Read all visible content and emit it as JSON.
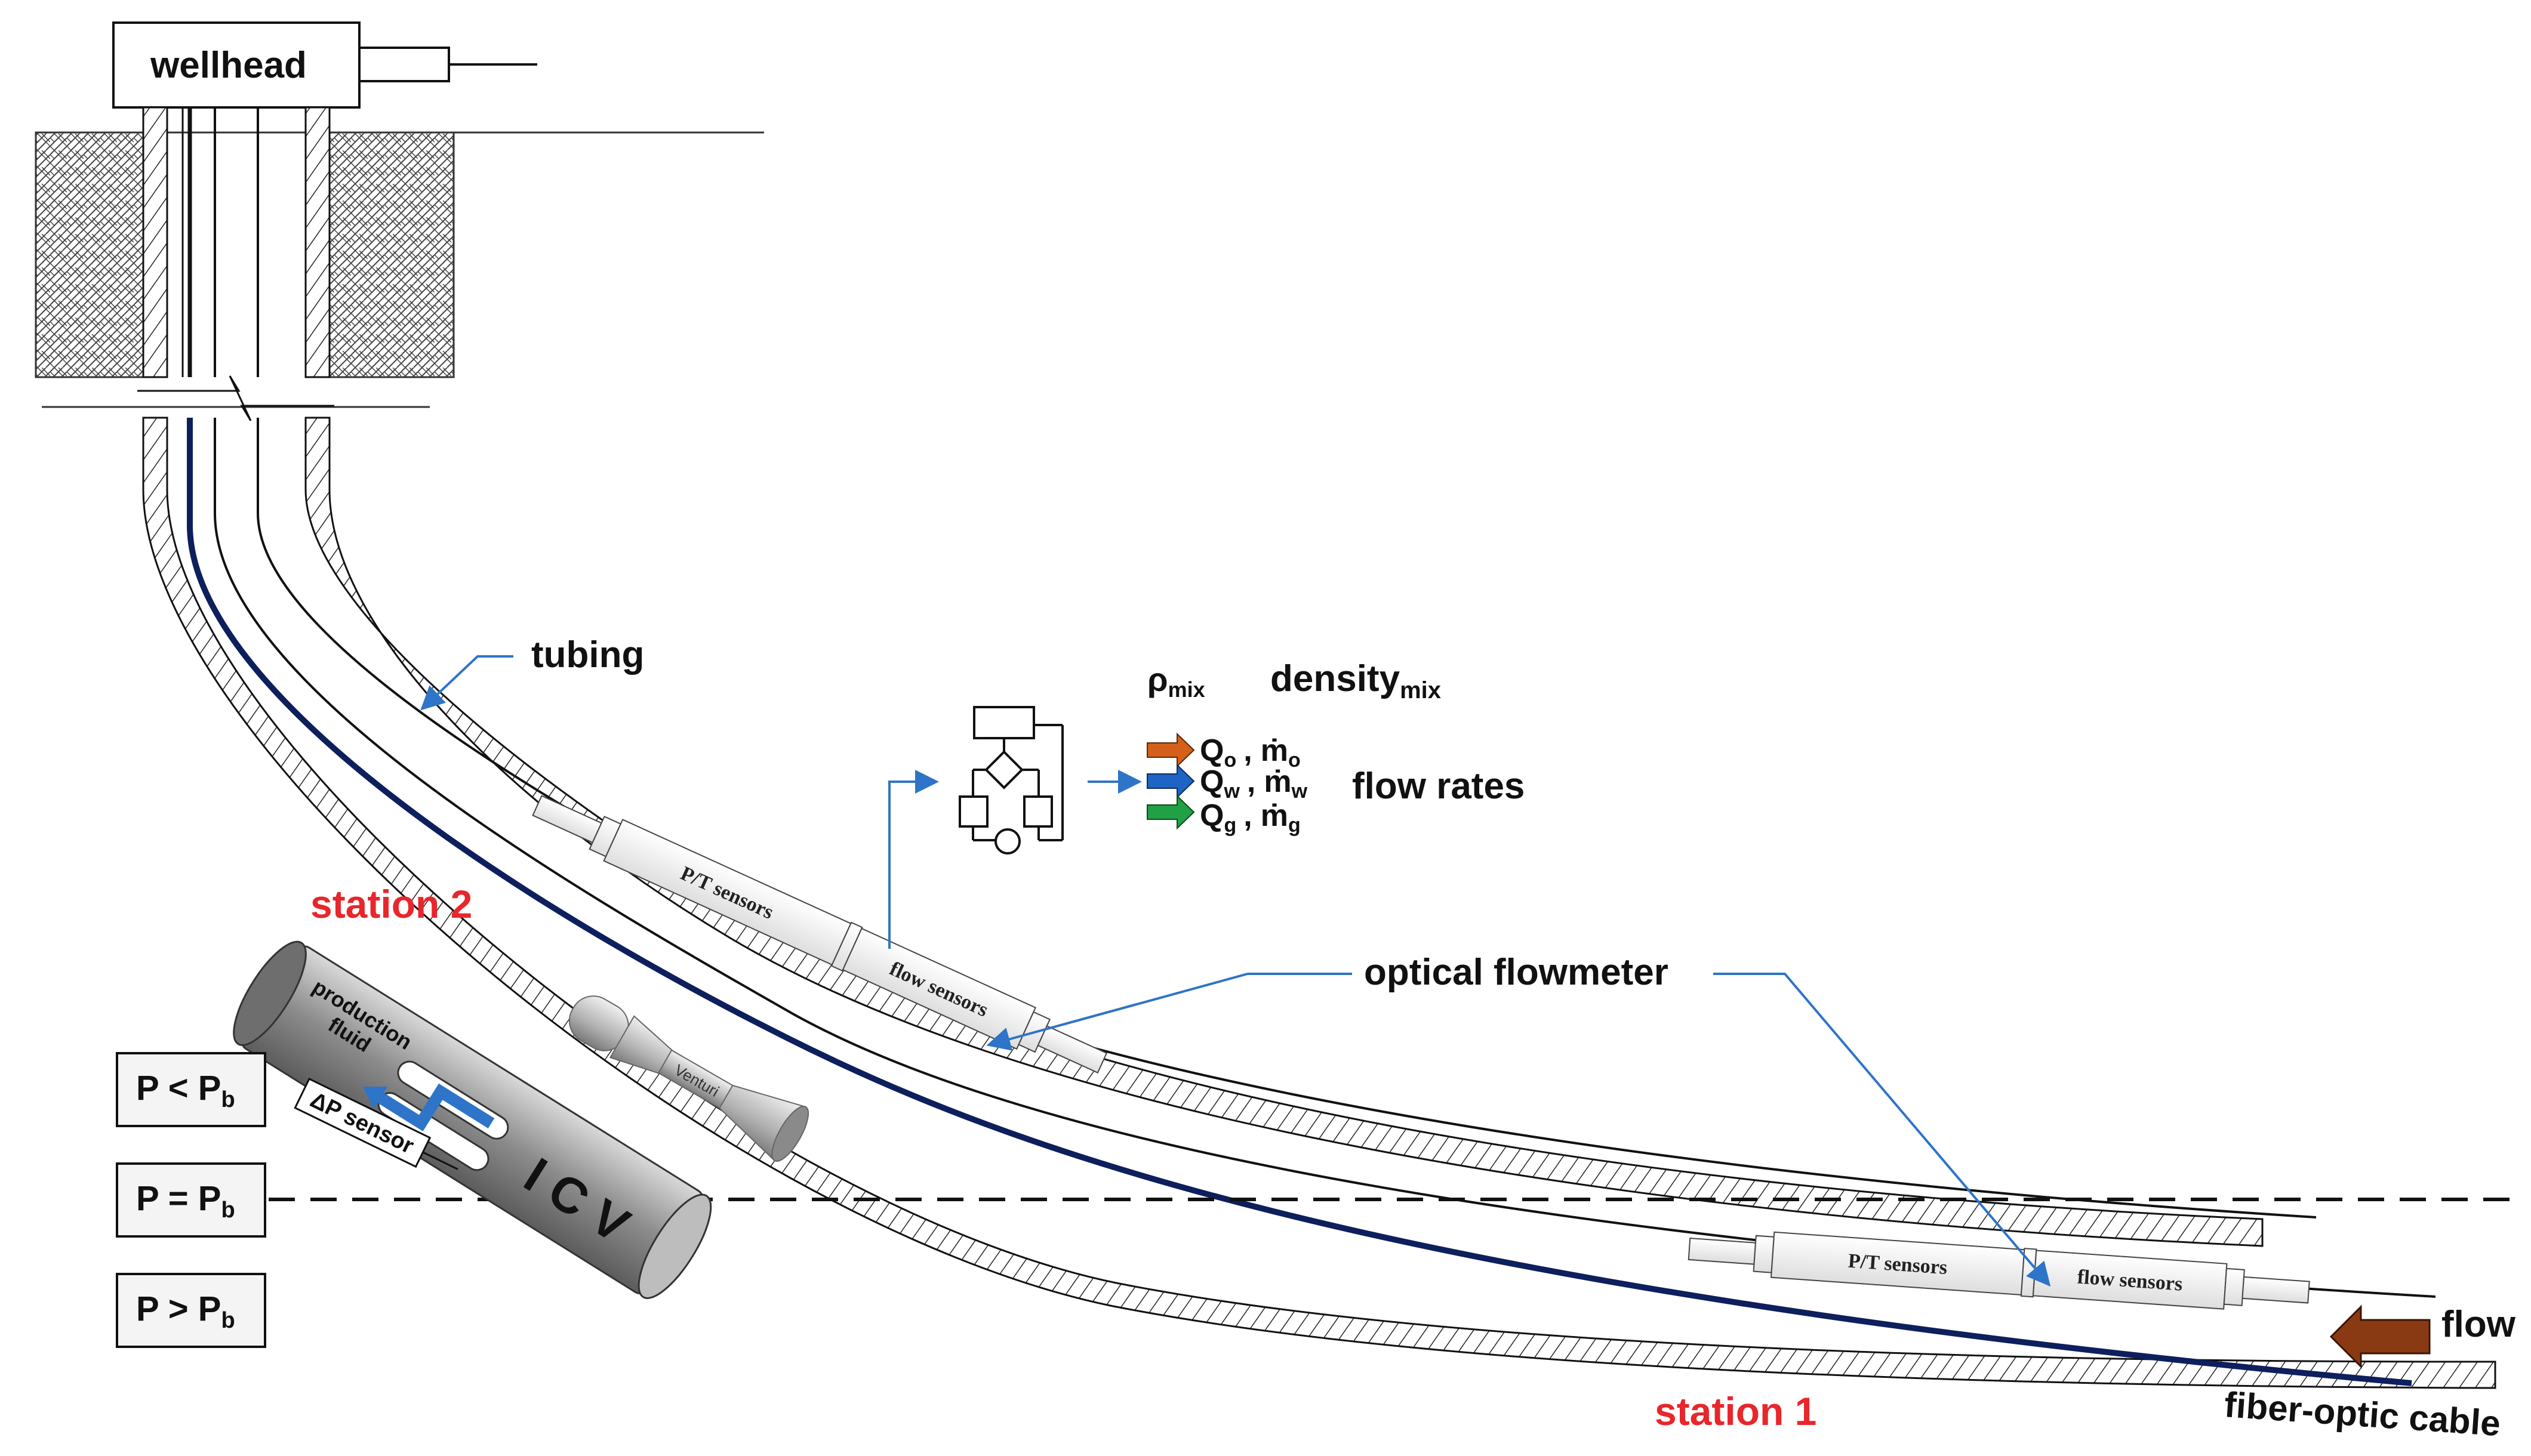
{
  "colors": {
    "cable": "#0d1f5c",
    "arrow_blue": "#2e74c8",
    "station_red": "#e8262b",
    "oil_arrow": "#d4601c",
    "water_arrow": "#1f63c4",
    "gas_arrow": "#22a045",
    "flow_arrow": "#8a3a12",
    "icv_grey": "#9a9a9a"
  },
  "labels": {
    "wellhead": "wellhead",
    "tubing": "tubing",
    "station2": "station 2",
    "station1": "station 1",
    "optical_flowmeter": "optical flowmeter",
    "flow": "flow",
    "fiber_optic_cable": "fiber-optic cable",
    "production_fluid_1": "production",
    "production_fluid_2": "fluid",
    "dp_sensor": "ΔP sensor",
    "icv": "I C V",
    "venturi": "Venturi",
    "pt_sensors": "P/T sensors",
    "flow_sensors": "flow sensors"
  },
  "outputs": {
    "rho": "ρ",
    "rho_sub": "mix",
    "density": "density",
    "density_sub": "mix",
    "flow_rates": "flow rates",
    "q_oil": "Q",
    "q_oil_sub": "o",
    "m_oil": "ṁ",
    "m_oil_sub": "o",
    "q_water": "Q",
    "q_water_sub": "w",
    "m_water": "ṁ",
    "m_water_sub": "w",
    "q_gas": "Q",
    "q_gas_sub": "g",
    "m_gas": "ṁ",
    "m_gas_sub": "g",
    "comma": ","
  },
  "pressure_boxes": [
    {
      "lhs": "P < P",
      "sub": "b"
    },
    {
      "lhs": "P = P",
      "sub": "b"
    },
    {
      "lhs": "P > P",
      "sub": "b"
    }
  ]
}
